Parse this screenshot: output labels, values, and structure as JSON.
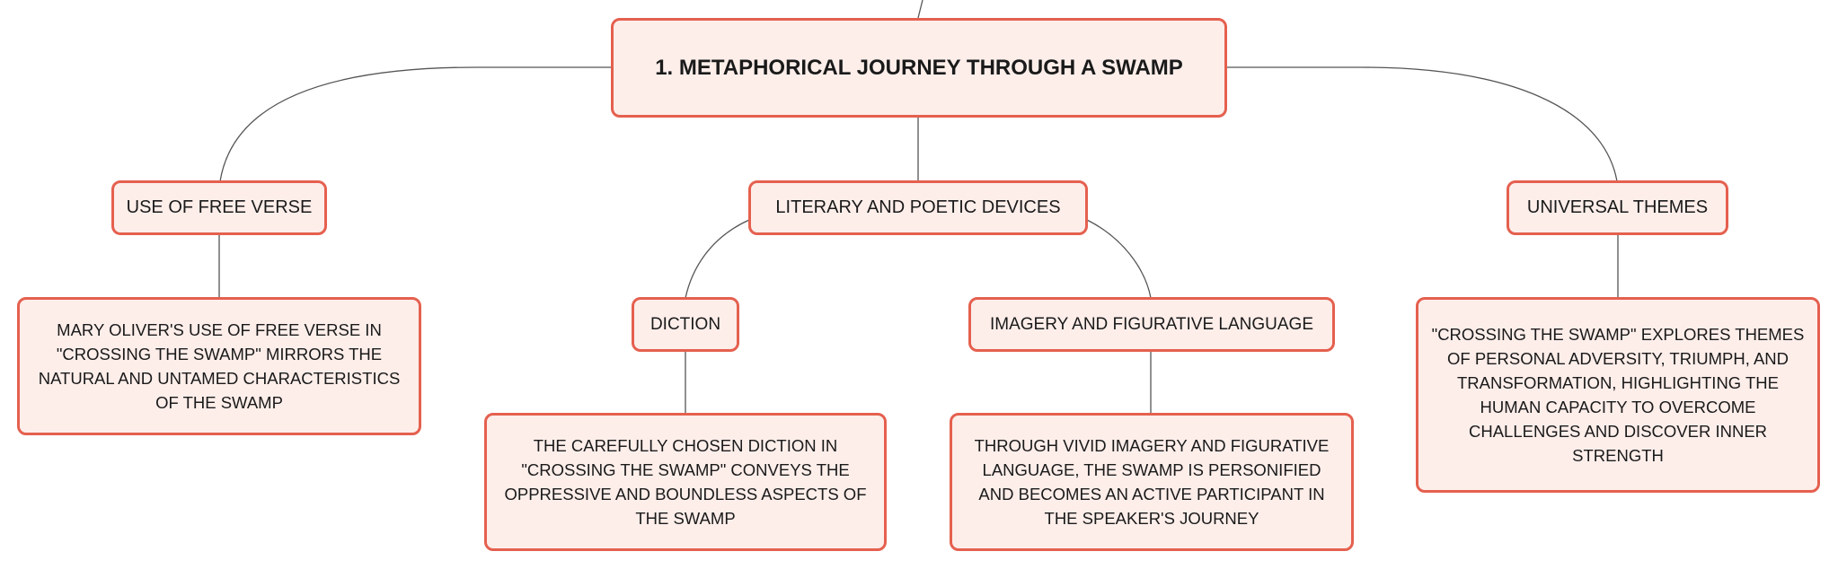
{
  "diagram": {
    "root": {
      "id": "root",
      "label": "1. METAPHORICAL JOURNEY THROUGH A SWAMP"
    },
    "nodes": [
      {
        "id": "free-verse",
        "label": "USE OF FREE VERSE"
      },
      {
        "id": "devices",
        "label": "LITERARY AND POETIC DEVICES"
      },
      {
        "id": "themes",
        "label": "UNIVERSAL THEMES"
      },
      {
        "id": "diction",
        "label": "DICTION"
      },
      {
        "id": "imagery",
        "label": "IMAGERY AND FIGURATIVE LANGUAGE"
      },
      {
        "id": "free-verse-detail",
        "label": "MARY OLIVER'S USE OF FREE VERSE IN \"CROSSING THE SWAMP\" MIRRORS THE NATURAL AND UNTAMED CHARACTERISTICS OF THE SWAMP"
      },
      {
        "id": "diction-detail",
        "label": "THE CAREFULLY CHOSEN DICTION IN \"CROSSING THE SWAMP\" CONVEYS THE OPPRESSIVE AND BOUNDLESS ASPECTS OF THE SWAMP"
      },
      {
        "id": "imagery-detail",
        "label": "THROUGH VIVID IMAGERY AND FIGURATIVE LANGUAGE, THE SWAMP IS PERSONIFIED AND BECOMES AN ACTIVE PARTICIPANT IN THE SPEAKER'S JOURNEY"
      },
      {
        "id": "themes-detail",
        "label": "\"CROSSING THE SWAMP\" EXPLORES THEMES OF PERSONAL ADVERSITY, TRIUMPH, AND TRANSFORMATION, HIGHLIGHTING THE HUMAN CAPACITY TO OVERCOME CHALLENGES AND DISCOVER INNER STRENGTH"
      }
    ],
    "edges": [
      [
        "root",
        "free-verse"
      ],
      [
        "root",
        "devices"
      ],
      [
        "root",
        "themes"
      ],
      [
        "devices",
        "diction"
      ],
      [
        "devices",
        "imagery"
      ],
      [
        "free-verse",
        "free-verse-detail"
      ],
      [
        "diction",
        "diction-detail"
      ],
      [
        "imagery",
        "imagery-detail"
      ],
      [
        "themes",
        "themes-detail"
      ]
    ],
    "colors": {
      "node_fill": "#fdeeea",
      "node_border": "#e5604f",
      "edge": "#555555"
    }
  }
}
